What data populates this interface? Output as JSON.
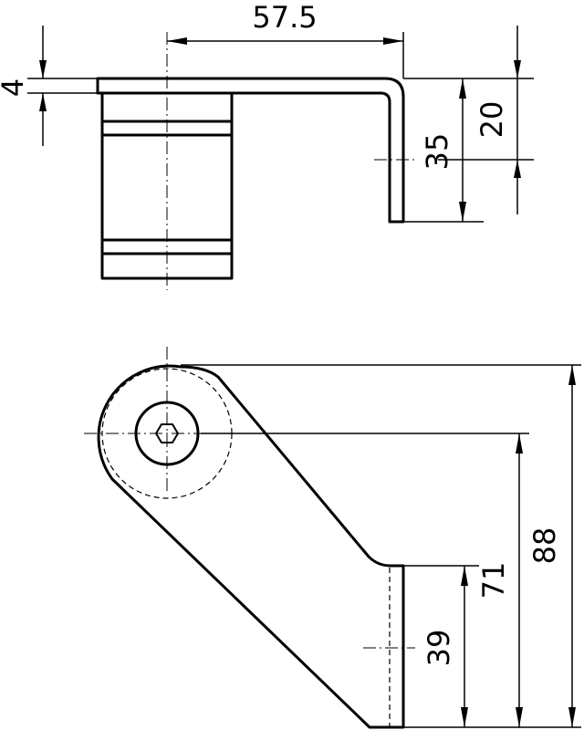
{
  "dimensions": {
    "width_top": "57.5",
    "thickness": "4",
    "height_20": "20",
    "height_35": "35",
    "height_88": "88",
    "height_71": "71",
    "height_39": "39"
  }
}
